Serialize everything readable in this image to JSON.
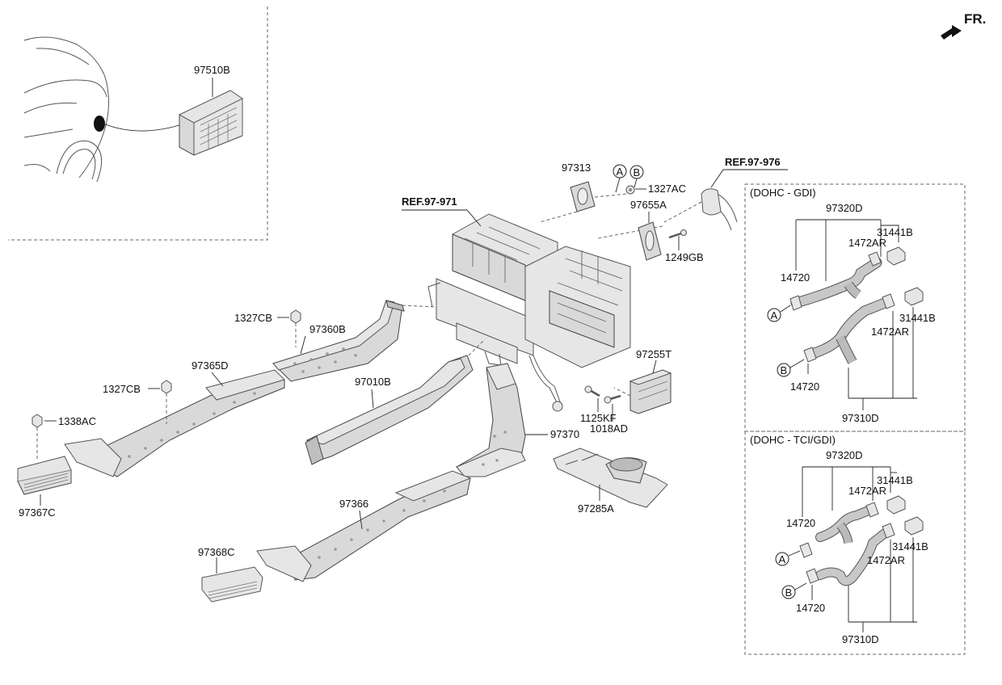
{
  "direction": {
    "label": "FR."
  },
  "refs": {
    "ref_971": "REF.97-971",
    "ref_976": "REF.97-976"
  },
  "parts": {
    "p97510B": "97510B",
    "p97313": "97313",
    "p1327AC": "1327AC",
    "p97655A": "97655A",
    "p1249GB": "1249GB",
    "p1327CB_a": "1327CB",
    "p97360B": "97360B",
    "p97365D": "97365D",
    "p1327CB_b": "1327CB",
    "p1338AC": "1338AC",
    "p97010B": "97010B",
    "p97255T": "97255T",
    "p1125KF": "1125KF",
    "p1018AD": "1018AD",
    "p97370": "97370",
    "p97367C": "97367C",
    "p97366": "97366",
    "p97285A": "97285A",
    "p97368C": "97368C"
  },
  "markers": {
    "a": "A",
    "b": "B"
  },
  "variant_gdi": {
    "title": "(DOHC - GDI)",
    "p97320D": "97320D",
    "p31441B_1": "31441B",
    "p1472AR_1": "1472AR",
    "p14720_1": "14720",
    "p31441B_2": "31441B",
    "p1472AR_2": "1472AR",
    "p14720_2": "14720",
    "p97310D": "97310D"
  },
  "variant_tci": {
    "title": "(DOHC - TCI/GDI)",
    "p97320D": "97320D",
    "p31441B_1": "31441B",
    "p1472AR_1": "1472AR",
    "p14720_1": "14720",
    "p31441B_2": "31441B",
    "p1472AR_2": "1472AR",
    "p14720_2": "14720",
    "p97310D": "97310D"
  }
}
